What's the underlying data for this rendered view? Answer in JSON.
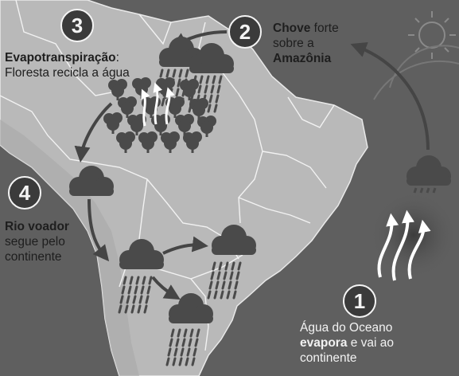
{
  "steps": [
    {
      "number": "1",
      "line1": "Água do Oceano",
      "line2_bold": "evapora",
      "line2_rest": " e vai ao",
      "line3": "continente"
    },
    {
      "number": "2",
      "line1_bold": "Chove",
      "line1_rest": " forte",
      "line2": "sobre a",
      "line3_bold": "Amazônia"
    },
    {
      "number": "3",
      "line1_bold": "Evapotranspiração",
      "line1_rest": ":",
      "line2": "Floresta recicla a água"
    },
    {
      "number": "4",
      "line1_bold": "Rio voador",
      "line2": "segue pelo",
      "line3": "continente"
    }
  ],
  "icons": [
    "sun-icon",
    "cloud-icon",
    "rain-icon",
    "tree-icon",
    "evaporation-arrow-icon",
    "flow-arrow-icon"
  ],
  "colors": {
    "ocean": "#5f5f5f",
    "land": "#b9b9b9",
    "land_dark": "#a9a9a9",
    "borders": "#f2f2f2",
    "icons": "#4a4a4a",
    "text": "#1e1e1e"
  }
}
